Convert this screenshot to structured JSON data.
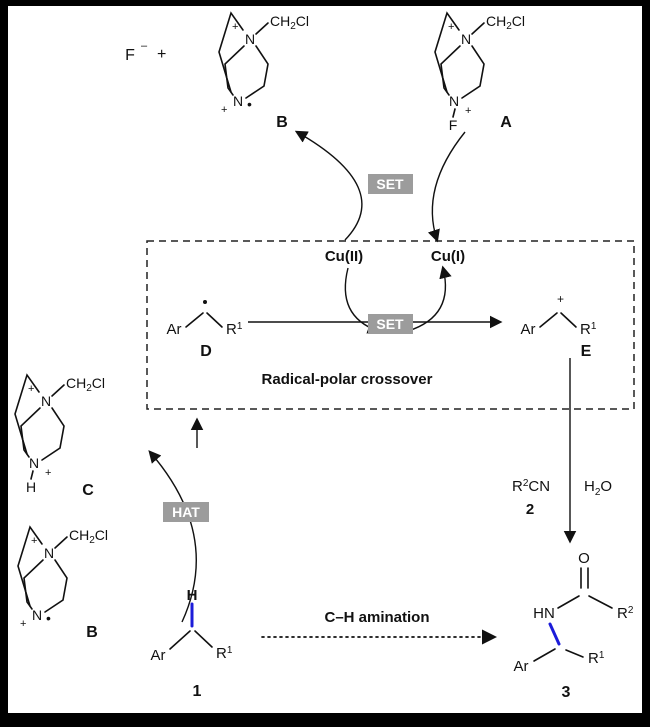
{
  "colors": {
    "ink": "#111111",
    "bond_blue": "#1c1cd9",
    "badge_gray": "#9c9c9c",
    "badge_text": "#ffffff"
  },
  "header": {
    "fluoride": "F",
    "fluoride_charge": "–",
    "plus": "+"
  },
  "badges": {
    "set": "SET",
    "hat": "HAT"
  },
  "catalyst": {
    "cu_ii": "Cu(II)",
    "cu_i": "Cu(I)"
  },
  "captions": {
    "crossover": "Radical-polar crossover",
    "amination": "C–H amination"
  },
  "species_labels": {
    "a": "A",
    "b": "B",
    "c": "C",
    "d": "D",
    "e": "E"
  },
  "compound_labels": {
    "one": "1",
    "two": "2",
    "three": "3"
  },
  "atoms": {
    "nitrogen": "N",
    "hydrogen": "H",
    "amide_nh": "HN",
    "oxygen": "O",
    "fluorine": "F",
    "aryl": "Ar",
    "plus": "+",
    "radical_dot": "•"
  },
  "fragments": {
    "ch": "CH",
    "sub_two": "2",
    "cl": "Cl",
    "r": "R",
    "sup_one": "1",
    "sup_two": "2",
    "cn": "CN",
    "water_h": "H",
    "water_sub": "2",
    "water_o": "O"
  }
}
